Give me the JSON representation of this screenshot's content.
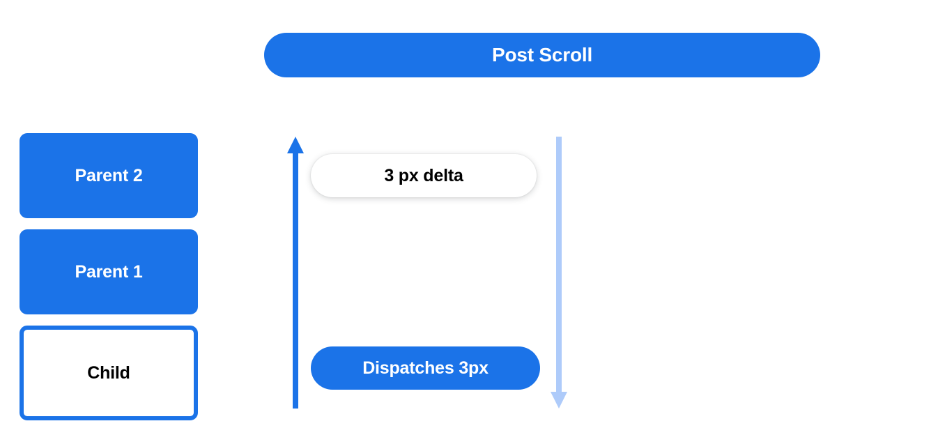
{
  "header": {
    "title": "Post Scroll"
  },
  "colors": {
    "primary_blue": "#1b73e8",
    "light_blue": "#aecbfa",
    "text_on_blue": "#ffffff",
    "text_dark": "#000000",
    "background": "#ffffff"
  },
  "node_stack": {
    "items": [
      {
        "label": "Parent 2",
        "style": "filled"
      },
      {
        "label": "Parent 1",
        "style": "filled"
      },
      {
        "label": "Child",
        "style": "outlined"
      }
    ]
  },
  "arrows": [
    {
      "name": "scroll-up-arrow",
      "direction": "up",
      "color": "#1b73e8",
      "head": "triangle-top"
    },
    {
      "name": "scroll-down-arrow",
      "direction": "down",
      "color": "#aecbfa",
      "head": "triangle-bottom"
    }
  ],
  "pills": {
    "delta": {
      "label": "3 px delta"
    },
    "dispatch": {
      "label": "Dispatches 3px"
    }
  }
}
